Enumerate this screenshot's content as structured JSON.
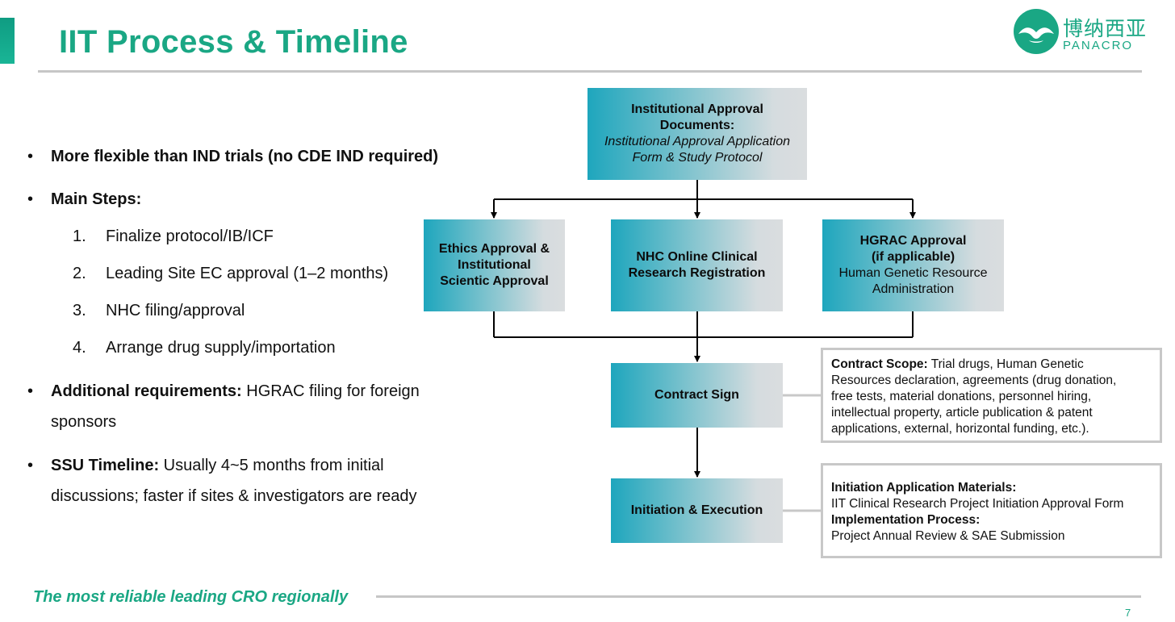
{
  "slide": {
    "title": "IIT Process & Timeline",
    "logo_cn": "博纳西亚",
    "logo_en": "PANACRO",
    "footer": "The most reliable leading CRO regionally",
    "page_number": "7",
    "accent_color": "#1aa784"
  },
  "bullets": {
    "b1": "More flexible than IND trials (no CDE IND required)",
    "b2": "Main Steps:",
    "steps": [
      {
        "num": "1.",
        "text": "Finalize protocol/IB/ICF"
      },
      {
        "num": "2.",
        "text": "Leading Site EC approval (1–2 months)"
      },
      {
        "num": "3.",
        "text": "NHC filing/approval"
      },
      {
        "num": "4.",
        "text": "Arrange drug supply/importation"
      }
    ],
    "b3_label": "Additional requirements:",
    "b3_text_line1": " HGRAC filing for foreign",
    "b3_text_line2": "sponsors",
    "b4_label": "SSU Timeline:",
    "b4_text_line1": " Usually 4~5 months from initial",
    "b4_text_line2": "discussions; faster if sites & investigators are ready"
  },
  "flow": {
    "top": {
      "line1": "Institutional Approval",
      "line2": "Documents:",
      "line3": "Institutional Approval Application",
      "line4": "Form & Study Protocol"
    },
    "ethics": {
      "line1": "Ethics Approval &",
      "line2": "Institutional",
      "line3": "Scientic Approval"
    },
    "nhc": {
      "line1": "NHC Online Clinical",
      "line2": "Research Registration"
    },
    "hgrac": {
      "line1": "HGRAC Approval",
      "line2": "(if applicable)",
      "line3": "Human Genetic Resource",
      "line4": "Administration"
    },
    "contract": "Contract Sign",
    "initiation": "Initiation & Execution"
  },
  "notes": {
    "contract": {
      "label": "Contract Scope:",
      "line1": " Trial drugs, Human Genetic",
      "line2": "Resources declaration, agreements (drug donation,",
      "line3": "free tests, material donations, personnel hiring,",
      "line4": "intellectual property, article publication & patent",
      "line5": "applications, external, horizontal funding, etc.)."
    },
    "initiation": {
      "label1": "Initiation Application Materials:",
      "text1": "IIT Clinical Research Project Initiation Approval Form",
      "label2": "Implementation Process:",
      "text2": "Project Annual Review & SAE Submission"
    }
  }
}
